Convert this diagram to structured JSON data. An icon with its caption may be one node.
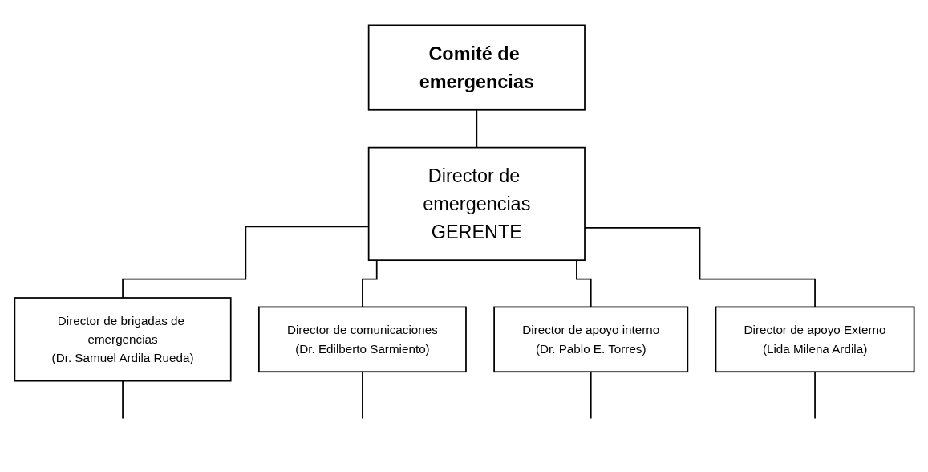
{
  "diagram": {
    "nodes": [
      {
        "text": [
          "Comité de emergencias"
        ]
      },
      {
        "text": [
          "Director de emergencias",
          "GERENTE"
        ]
      },
      {
        "text": [
          "Director de brigadas de emergencias",
          "(Dr. Samuel Ardila Rueda)"
        ]
      },
      {
        "text": [
          "Director de comunicaciones",
          "(Dr. Edilberto Sarmiento)"
        ]
      },
      {
        "text": [
          "Director de apoyo interno",
          "(Dr. Pablo E. Torres)"
        ]
      },
      {
        "text": [
          "Director de apoyo Externo",
          "(Lida Milena Ardila)"
        ]
      }
    ],
    "edges": [
      {
        "from": 0,
        "to": 1,
        "arrow": "none"
      },
      {
        "from": 1,
        "to": 2,
        "arrow": "none"
      },
      {
        "from": 1,
        "to": 3,
        "arrow": "none"
      },
      {
        "from": 1,
        "to": 4,
        "arrow": "none"
      },
      {
        "from": 1,
        "to": 5,
        "arrow": "none"
      },
      {
        "from": 2,
        "to": null,
        "arrow": "none"
      },
      {
        "from": 3,
        "to": null,
        "arrow": "none"
      },
      {
        "from": 4,
        "to": null,
        "arrow": "none"
      },
      {
        "from": 5,
        "to": null,
        "arrow": "none"
      }
    ]
  }
}
